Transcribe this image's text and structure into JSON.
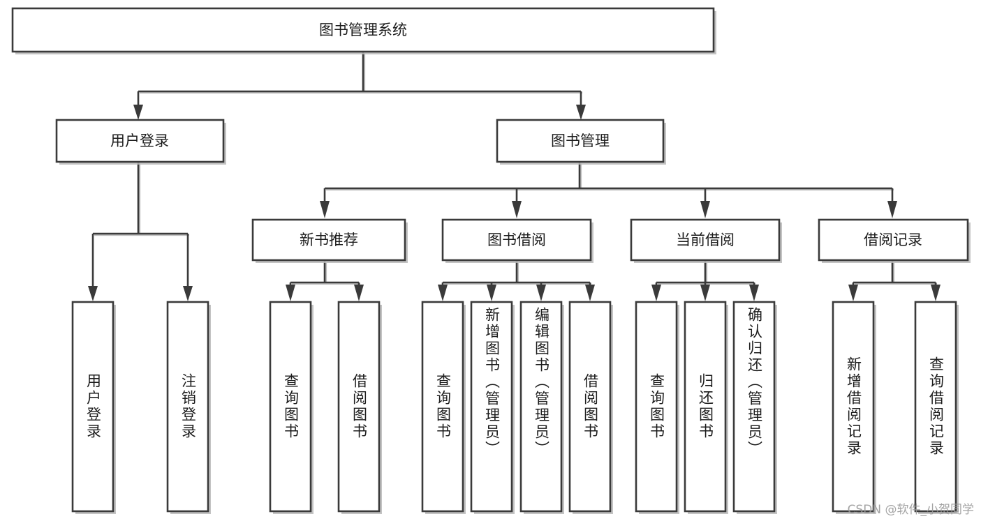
{
  "diagram": {
    "type": "hierarchy-tree",
    "title": "图书管理系统",
    "orientation": "top-down",
    "levels": 4,
    "colors": {
      "box_fill": "#ffffff",
      "box_stroke": "#3a3a3a",
      "line": "#3a3a3a",
      "text": "#1c1c1c",
      "shadow": "#b9b9b9",
      "watermark": "#9a9a9a"
    },
    "root": {
      "label": "图书管理系统"
    },
    "level2": [
      {
        "label": "用户登录"
      },
      {
        "label": "图书管理"
      }
    ],
    "level3": [
      {
        "label": "新书推荐"
      },
      {
        "label": "图书借阅"
      },
      {
        "label": "当前借阅"
      },
      {
        "label": "借阅记录"
      }
    ],
    "leaves": {
      "user_login": [
        {
          "label": "用户登录"
        },
        {
          "label": "注销登录"
        }
      ],
      "new_book": [
        {
          "label": "查询图书"
        },
        {
          "label": "借阅图书"
        }
      ],
      "book_borrow": [
        {
          "label": "查询图书"
        },
        {
          "label": "新增图书（管理员）"
        },
        {
          "label": "编辑图书（管理员）"
        },
        {
          "label": "借阅图书"
        }
      ],
      "current_borrow": [
        {
          "label": "查询图书"
        },
        {
          "label": "归还图书"
        },
        {
          "label": "确认归还（管理员）"
        }
      ],
      "borrow_record": [
        {
          "label": "新增借阅记录"
        },
        {
          "label": "查询借阅记录"
        }
      ]
    }
  },
  "watermark": {
    "text": "CSDN @软件_小贺同学"
  }
}
